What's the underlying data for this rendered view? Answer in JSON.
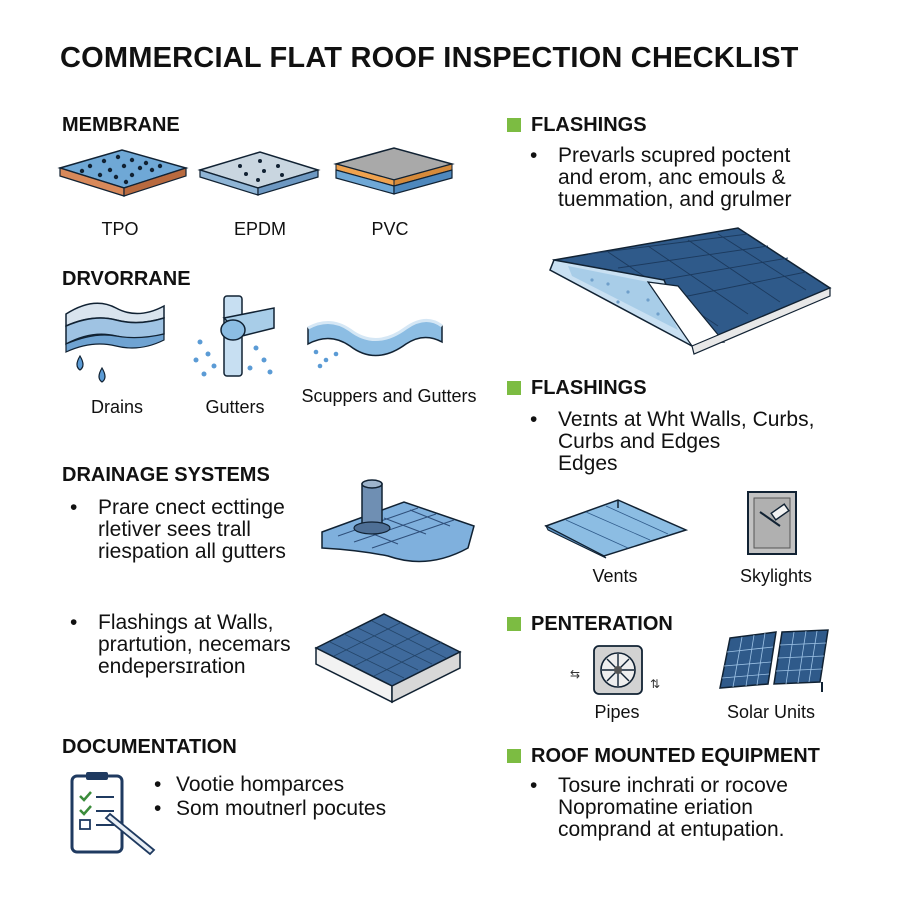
{
  "title": "COMMERCIAL FLAT ROOF INSPECTION CHECKLIST",
  "left": {
    "membrane": {
      "heading": "MEMBRANE",
      "items": [
        {
          "label": "TPO",
          "icon": "tpo-membrane-icon"
        },
        {
          "label": "EPDM",
          "icon": "epdm-membrane-icon"
        },
        {
          "label": "PVC",
          "icon": "pvc-membrane-icon"
        }
      ]
    },
    "drvorrane": {
      "heading": "DRVORRANE",
      "items": [
        {
          "label": "Drains",
          "icon": "drain-icon"
        },
        {
          "label": "Gutters",
          "icon": "gutter-pipe-icon"
        },
        {
          "label": "Scuppers and Gutters",
          "icon": "scupper-gutter-icon"
        }
      ]
    },
    "drainage": {
      "heading": "DRAINAGE SYSTEMS",
      "bullets": [
        [
          "Prare cnect ecttinge",
          "rletiver sees trall",
          "riespation all gutters"
        ],
        [
          "Flashings at Walls,",
          "prartution, necemars",
          "endepersɪration"
        ]
      ]
    },
    "documentation": {
      "heading": "DOCUMENTATION",
      "bullets": [
        "Vootie homparces",
        "Som moutnerl pocutes"
      ]
    }
  },
  "right": {
    "flashings1": {
      "heading": "FLASHINGS",
      "bullet": [
        "Prevarls scupred poctent",
        "and erom, anc emouls &",
        "tuemmation, and grulmer"
      ]
    },
    "flashings2": {
      "heading": "FLASHINGS",
      "bullet": [
        "Veɪnts at Wht Walls, Curbs,",
        "Curbs and Edges",
        "Edges"
      ],
      "items": [
        {
          "label": "Vents",
          "icon": "vent-flashing-icon"
        },
        {
          "label": "Skylights",
          "icon": "skylight-icon"
        }
      ]
    },
    "penteration": {
      "heading": "PENTERATION",
      "items": [
        {
          "label": "Pipes",
          "icon": "pipe-fan-icon"
        },
        {
          "label": "Solar Units",
          "icon": "solar-panel-icon"
        }
      ]
    },
    "equipment": {
      "heading": "ROOF MOUNTED EQUIPMENT",
      "bullet": [
        "Tosure inchrati or rocove",
        "Nopromatine eriation",
        "comprand at entupation."
      ]
    }
  },
  "colors": {
    "accent": "#7cbc42",
    "blue": "#5b9bd5",
    "dark_blue": "#2f4f7a",
    "light_blue": "#a8cde8"
  }
}
